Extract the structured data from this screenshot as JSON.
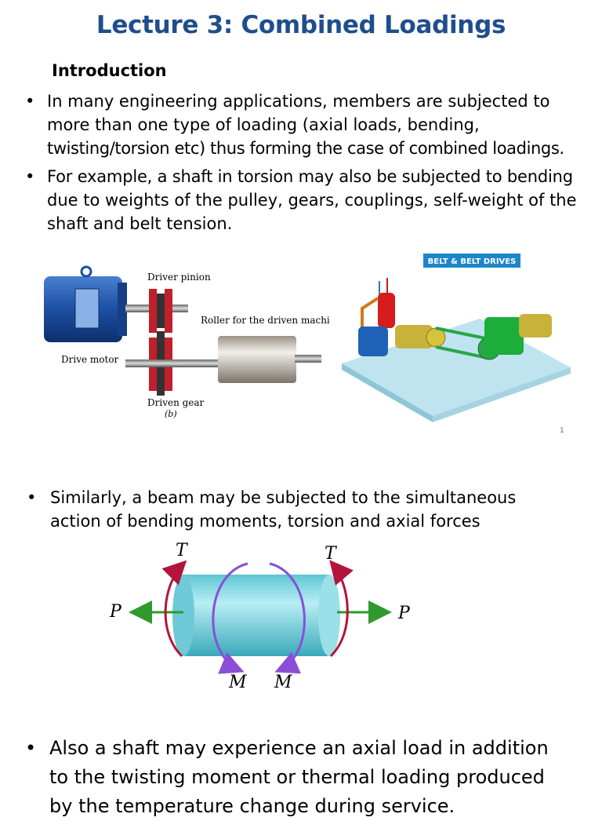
{
  "title": "Lecture 3: Combined Loadings",
  "section_heading": "Introduction",
  "bullets_top": [
    {
      "lines": [
        "In many engineering applications, members are subjected to",
        "more than one type of loading (axial loads, bending,",
        "twisting/torsion etc) thus forming the case of combined loadings."
      ]
    },
    {
      "lines": [
        "For example, a shaft in torsion may also be subjected to bending",
        "due to weights of the pulley, gears, couplings, self-weight of the",
        "shaft and belt tension."
      ]
    }
  ],
  "figure_gear": {
    "labels": {
      "driver_pinion": "Driver pinion",
      "roller": "Roller for the driven machine",
      "drive_motor": "Drive motor",
      "driven_gear": "Driven gear",
      "part": "(b)"
    }
  },
  "figure_belt": {
    "banner": "BELT & BELT DRIVES"
  },
  "page_number": "1",
  "bullet_middle": {
    "lines": [
      "Similarly, a beam may be subjected to the simultaneous",
      "action of bending moments, torsion and axial forces"
    ]
  },
  "figure_beam": {
    "labels": {
      "torque_left": "T",
      "torque_right": "T",
      "axial_left": "P",
      "axial_right": "P",
      "moment_left": "M",
      "moment_right": "M"
    },
    "colors": {
      "cylinder": "#8fdbe6",
      "torque": "#b3143c",
      "axial": "#2e9a2e",
      "moment": "#8a4fd6"
    }
  },
  "bullet_bottom": {
    "lines": [
      "Also a shaft may experience an axial load in addition",
      "to the twisting moment or thermal loading produced",
      "by the temperature change during service."
    ]
  }
}
